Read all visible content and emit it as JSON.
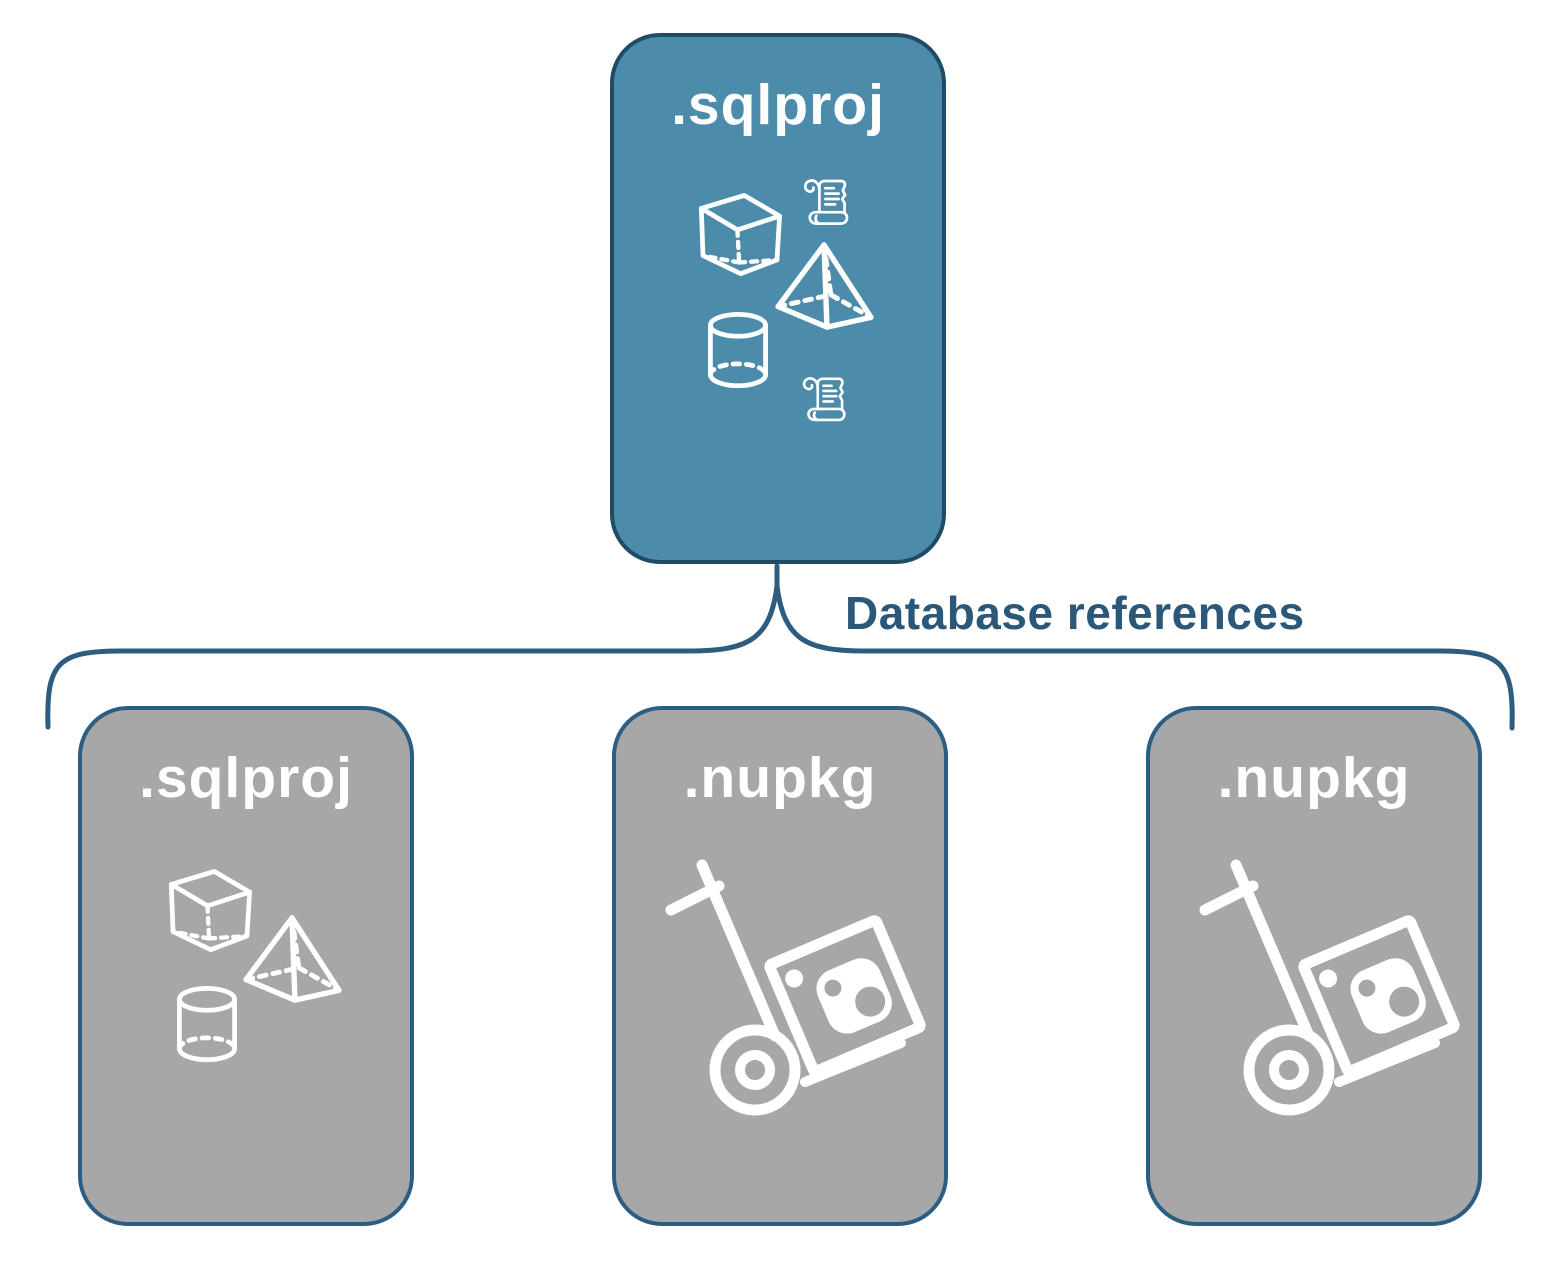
{
  "diagram": {
    "connector_label": "Database references",
    "nodes": [
      {
        "id": "root-sqlproj",
        "label": ".sqlproj",
        "role": "root-project",
        "icons": [
          "cube-icon",
          "script-scroll-icon",
          "pyramid-icon",
          "database-cylinder-icon",
          "script-scroll-icon"
        ]
      },
      {
        "id": "ref-sqlproj",
        "label": ".sqlproj",
        "role": "database-reference",
        "icons": [
          "cube-icon",
          "pyramid-icon",
          "database-cylinder-icon"
        ]
      },
      {
        "id": "ref-nupkg-1",
        "label": ".nupkg",
        "role": "database-reference",
        "icons": [
          "package-dolly-icon"
        ]
      },
      {
        "id": "ref-nupkg-2",
        "label": ".nupkg",
        "role": "database-reference",
        "icons": [
          "package-dolly-icon"
        ]
      }
    ],
    "colors": {
      "background": "#FFFFFF",
      "root_fill": "#4C8CAA",
      "root_border": "#1F4B66",
      "reference_fill": "#A7A7A7",
      "reference_border": "#2C5E83",
      "connector": "#2E5C7E",
      "connector_label_text": "#2B5878",
      "node_label_text": "#FFFFFF",
      "icon": "#FFFFFF"
    }
  }
}
